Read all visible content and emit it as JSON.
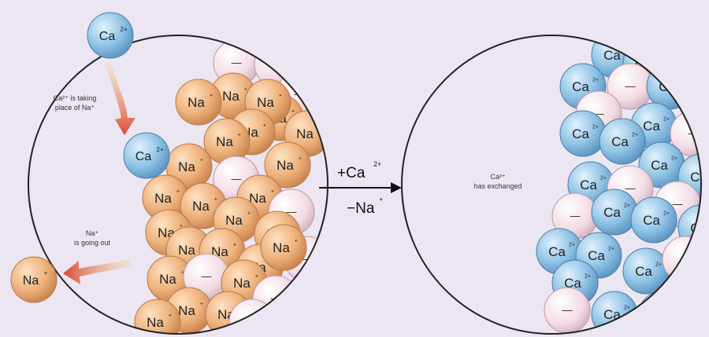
{
  "ions": {
    "ca": "Ca",
    "ca_charge": "2+",
    "na": "Na",
    "na_charge": "+",
    "minus": "—"
  },
  "annotations": {
    "ca_taking_line1": "Ca²⁺ is taking",
    "ca_taking_line2": "place of Na⁺",
    "na_going_line1": "Na⁺",
    "na_going_line2": "is going out",
    "ca_exchanged_line1": "Ca²⁺",
    "ca_exchanged_line2": "has exchanged"
  },
  "reaction": {
    "plus_ca": "+Ca",
    "plus_ca_charge": "2+",
    "minus_na": "−Na",
    "minus_na_charge": "+"
  },
  "colors": {
    "background": "#ebe6f1",
    "na_fill": "#eab07c",
    "ca_fill": "#8fc3e6",
    "resin_fill": "#f3d9e3",
    "arrow_red": "#d9462f"
  }
}
